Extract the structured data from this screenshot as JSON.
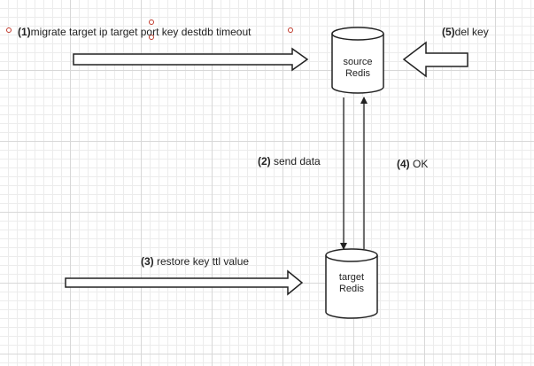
{
  "nodes": {
    "source": {
      "line1": "source",
      "line2": "Redis"
    },
    "target": {
      "line1": "target",
      "line2": "Redis"
    }
  },
  "steps": {
    "s1": {
      "num": "(1)",
      "text": "migrate target ip target port key destdb timeout"
    },
    "s2": {
      "num": "(2)",
      "text": " send data"
    },
    "s3": {
      "num": "(3)",
      "text": " restore key ttl value"
    },
    "s4": {
      "num": "(4)",
      "text": " OK"
    },
    "s5": {
      "num": "(5)",
      "text": "del key"
    }
  },
  "colors": {
    "stroke": "#222222",
    "handle": "#c0392b"
  }
}
